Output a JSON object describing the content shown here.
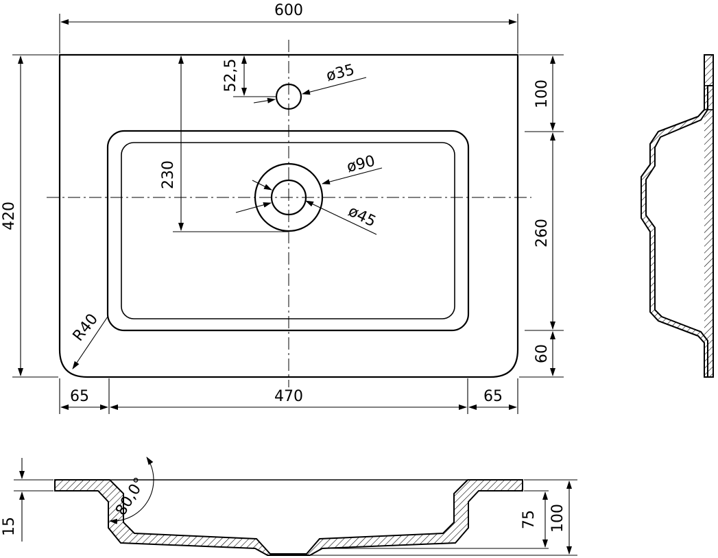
{
  "dimensions": {
    "overall_width": "600",
    "overall_depth": "420",
    "tap_hole_offset": "52,5",
    "tap_hole_diameter": "ø35",
    "back_margin": "100",
    "drain_offset": "230",
    "drain_outer_diameter": "ø90",
    "drain_inner_diameter": "ø45",
    "basin_length": "260",
    "front_margin": "60",
    "corner_radius": "R40",
    "left_margin": "65",
    "basin_width": "470",
    "right_margin": "65",
    "rim_thickness": "15",
    "wall_angle": "80,0°",
    "bowl_depth": "75",
    "total_height": "100"
  },
  "colors": {
    "line": "#000000",
    "background": "#ffffff"
  }
}
